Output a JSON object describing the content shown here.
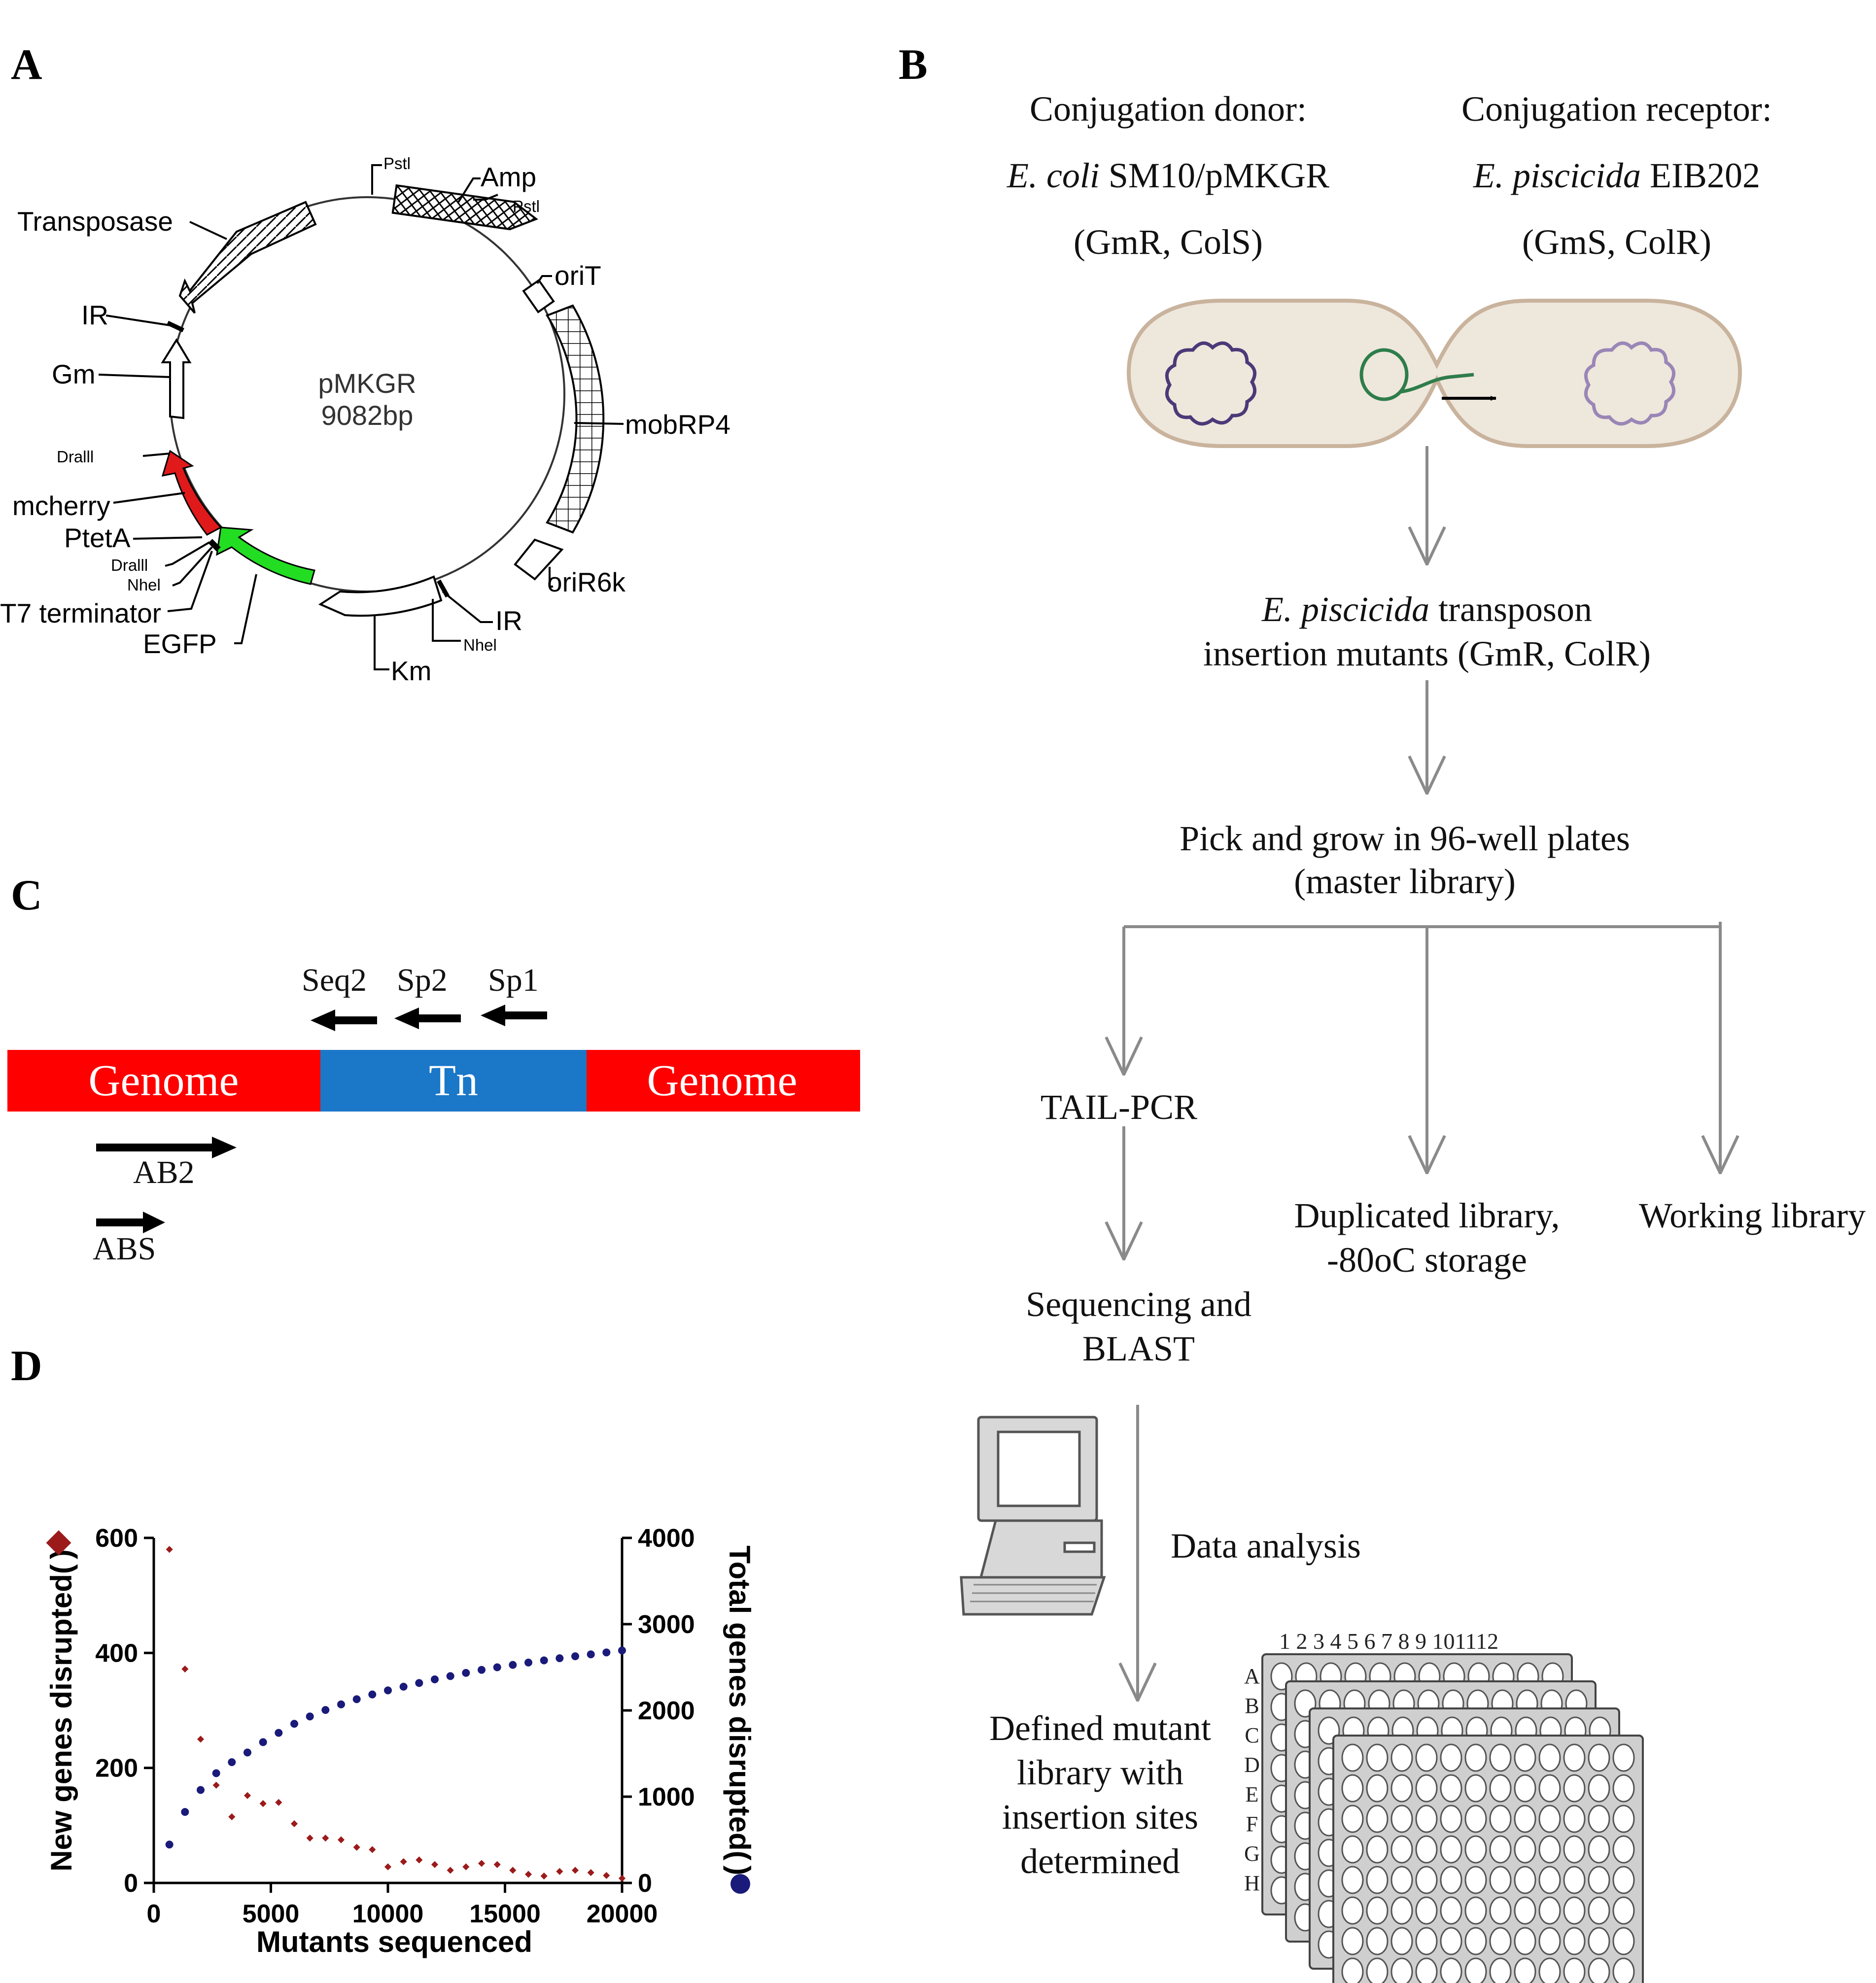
{
  "panels": {
    "a": "A",
    "b": "B",
    "c": "C",
    "d": "D"
  },
  "plasmid": {
    "name": "pMKGR",
    "size": "9082bp",
    "features": {
      "amp": "Amp",
      "pstl_1": "Pstl",
      "pstl_2": "Pstl",
      "orit": "oriT",
      "mobrp4": "mobRP4",
      "orir6k": "oriR6k",
      "ir_right": "IR",
      "nhel_right": "Nhel",
      "km": "Km",
      "egfp": "EGFP",
      "t7_terminator": "T7 terminator",
      "nhel_left": "Nhel",
      "dralll_low": "Dralll",
      "ptet_a": "PtetA",
      "mcherry": "mcherry",
      "dralll_high": "Dralll",
      "gm": "Gm",
      "ir_left": "IR",
      "transposase": "Transposase"
    },
    "colors": {
      "mcherry": "#e0191b",
      "egfp": "#22dd22"
    }
  },
  "flow": {
    "donor_title": "Conjugation donor:",
    "donor_species": "E. coli",
    "donor_strain": " SM10/pMKGR",
    "donor_marker": "(GmR, ColS)",
    "receptor_title": "Conjugation receptor:",
    "receptor_species": "E. piscicida",
    "receptor_strain": " EIB202",
    "receptor_marker": "(GmS, ColR)",
    "mutants_species": "E. piscicida",
    "mutants_line1": " transposon",
    "mutants_line2": "insertion mutants (GmR, ColR)",
    "pick_line1": "Pick and grow in 96-well plates",
    "pick_line2": "(master library)",
    "tail_pcr": "TAIL-PCR",
    "duplicated_line1": "Duplicated library,",
    "duplicated_line2": "-80oC storage",
    "working": "Working library",
    "sequencing_line1": "Sequencing and",
    "sequencing_line2": "BLAST",
    "data_analysis": "Data analysis",
    "defined_line1": "Defined mutant",
    "defined_line2": "library with",
    "defined_line3": "insertion sites",
    "defined_line4": "determined",
    "plate_columns": "1 2 3 4 5 6 7 8 9 101112",
    "plate_rows": [
      "A",
      "B",
      "C",
      "D",
      "E",
      "F",
      "G",
      "H"
    ]
  },
  "construct": {
    "genome_left": "Genome",
    "tn": "Tn",
    "genome_right": "Genome",
    "primers": {
      "seq2": "Seq2",
      "sp2": "Sp2",
      "sp1": "Sp1",
      "ab2": "AB2",
      "abs": "ABS"
    },
    "colors": {
      "genome": "#ff0000",
      "tn": "#1b77c8"
    }
  },
  "chart_data": {
    "type": "scatter",
    "xlabel": "Mutants sequenced",
    "ylabel_left": "New genes disrupted(",
    "ylabel_left_close": ")",
    "ylabel_right": "Total genes disrupted(",
    "ylabel_right_close": ")",
    "xlim": [
      0,
      20000
    ],
    "ylim_left": [
      0,
      600
    ],
    "ylim_right": [
      0,
      4000
    ],
    "x_ticks": [
      "0",
      "5000",
      "10000",
      "15000",
      "20000"
    ],
    "y_left_ticks": [
      "0",
      "200",
      "400",
      "600"
    ],
    "y_right_ticks": [
      "0",
      "1000",
      "2000",
      "3000",
      "4000"
    ],
    "series": [
      {
        "axis": "left",
        "marker": "diamond",
        "color": "#9b1b1b",
        "points": [
          [
            667,
            580
          ],
          [
            1333,
            372
          ],
          [
            2000,
            250
          ],
          [
            2667,
            170
          ],
          [
            3333,
            115
          ],
          [
            4000,
            152
          ],
          [
            4667,
            138
          ],
          [
            5333,
            140
          ],
          [
            6000,
            103
          ],
          [
            6667,
            78
          ],
          [
            7333,
            78
          ],
          [
            8000,
            75
          ],
          [
            8667,
            62
          ],
          [
            9333,
            58
          ],
          [
            10000,
            28
          ],
          [
            10667,
            37
          ],
          [
            11333,
            40
          ],
          [
            12000,
            32
          ],
          [
            12667,
            22
          ],
          [
            13333,
            28
          ],
          [
            14000,
            34
          ],
          [
            14667,
            32
          ],
          [
            15333,
            22
          ],
          [
            16000,
            15
          ],
          [
            16667,
            12
          ],
          [
            17333,
            20
          ],
          [
            18000,
            22
          ],
          [
            18667,
            18
          ],
          [
            19333,
            13
          ],
          [
            20000,
            8
          ]
        ]
      },
      {
        "axis": "right",
        "marker": "circle",
        "color": "#1a1a7a",
        "points": [
          [
            667,
            445
          ],
          [
            1333,
            823
          ],
          [
            2000,
            1078
          ],
          [
            2667,
            1272
          ],
          [
            3333,
            1400
          ],
          [
            4000,
            1512
          ],
          [
            4667,
            1632
          ],
          [
            5333,
            1740
          ],
          [
            6000,
            1845
          ],
          [
            6667,
            1930
          ],
          [
            7333,
            2005
          ],
          [
            8000,
            2070
          ],
          [
            8667,
            2130
          ],
          [
            9333,
            2185
          ],
          [
            10000,
            2232
          ],
          [
            10667,
            2275
          ],
          [
            11333,
            2318
          ],
          [
            12000,
            2360
          ],
          [
            12667,
            2398
          ],
          [
            13333,
            2435
          ],
          [
            14000,
            2470
          ],
          [
            14667,
            2500
          ],
          [
            15333,
            2528
          ],
          [
            16000,
            2555
          ],
          [
            16667,
            2580
          ],
          [
            17333,
            2605
          ],
          [
            18000,
            2628
          ],
          [
            18667,
            2650
          ],
          [
            19333,
            2672
          ],
          [
            20000,
            2695
          ]
        ]
      }
    ]
  }
}
